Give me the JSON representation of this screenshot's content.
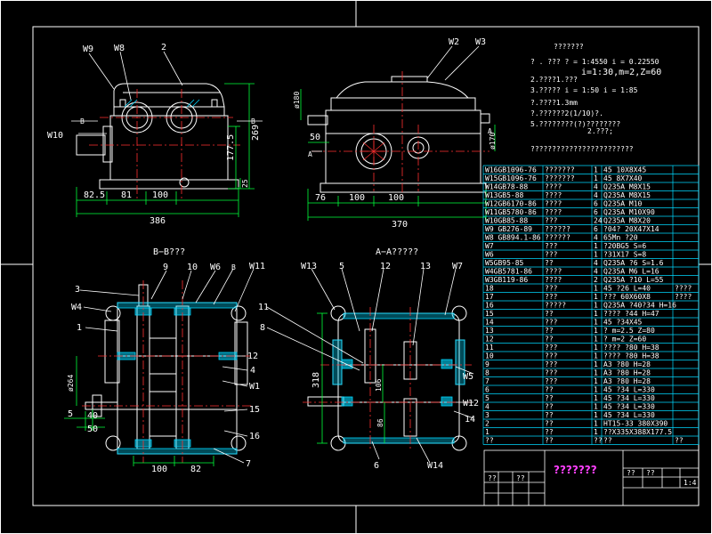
{
  "colors": {
    "background": "#000000",
    "outline": "#ffffff",
    "centerline": "#ff3030",
    "hatch": "#00d8ff",
    "dimension": "#00ff3a",
    "table": "#00d8ff",
    "title": "#ff3fff"
  },
  "views": {
    "front": {
      "labels": [
        "W9",
        "W8",
        "2",
        "B",
        "B",
        "W10"
      ],
      "dims_h": [
        "82.5",
        "81",
        "100",
        "386"
      ],
      "dims_v": [
        "177.5",
        "269",
        "25"
      ]
    },
    "side": {
      "labels": [
        "W2",
        "W3",
        "A",
        "A"
      ],
      "dims_h": [
        "76",
        "100",
        "100",
        "370"
      ],
      "dims_v": [
        "ø180",
        "50",
        "ø170"
      ]
    },
    "section_b": {
      "title": "B−B???",
      "labels": [
        "9",
        "10",
        "W6",
        "B",
        "W11",
        "3",
        "W4",
        "1",
        "12",
        "4",
        "W1",
        "15",
        "16",
        "7"
      ],
      "dims_h": [
        "5",
        "40",
        "50",
        "100",
        "82"
      ],
      "dims_v": [
        "ø264"
      ]
    },
    "section_a": {
      "title": "A−A?????",
      "labels": [
        "W13",
        "5",
        "12",
        "13",
        "W7",
        "11",
        "8",
        "W5",
        "W12",
        "14",
        "6",
        "W14"
      ],
      "dims_v": [
        "318",
        "106",
        "86"
      ]
    }
  },
  "notes": {
    "heading": "???????",
    "line1": "? . ???    ? = 1:4550  i  = 0.22550",
    "line2": "i=1:30,m=2,Z=60",
    "line3": "2.????1.???",
    "line4": "3.?????     i  = 1:50  i  = 1:85",
    "line5": "?.????1.3mm",
    "line6": "?.??????2(1/10)?.",
    "line7": "5.????????(?)????????",
    "line8": "2.???;",
    "line9": "????????????????????????"
  },
  "parts_table": {
    "rows": [
      [
        "W16GB1096-76",
        "???????",
        "1",
        "45  10X8X45",
        ""
      ],
      [
        "W15GB1096-76",
        "???????",
        "1",
        "45  8X7X40",
        ""
      ],
      [
        "W14GB78-88",
        "????",
        "4",
        "Q235A  M8X15",
        ""
      ],
      [
        "W13GB5-88",
        "????",
        "4",
        "Q235A  M8X15",
        ""
      ],
      [
        "W12GB6170-86",
        "????",
        "6",
        "Q235A  M10",
        ""
      ],
      [
        "W11GB5780-86",
        "????",
        "6",
        "Q235A  M10X90",
        ""
      ],
      [
        "W10GB85-88",
        "???",
        "24",
        "Q235A  M8X20",
        ""
      ],
      [
        "W9 GB276-89",
        "??????",
        "6",
        "?04?  20X47X14",
        ""
      ],
      [
        "W8 GB894.1-86",
        "??????",
        "4",
        "65Mn  ?20",
        ""
      ],
      [
        "W7",
        "???",
        "1",
        "?20BG5  S=6",
        ""
      ],
      [
        "W6",
        "???",
        "1",
        "?31X17  S=8",
        ""
      ],
      [
        "W5GB95-85",
        "??",
        "4",
        "Q235A  ?6  S=1.6",
        ""
      ],
      [
        "W4GB5781-86",
        "????",
        "4",
        "Q235A  M6 L=16",
        ""
      ],
      [
        "W3GB119-86",
        "????",
        "2",
        "Q235A  ?10  L=55",
        ""
      ],
      [
        "18",
        "???",
        "1",
        "45  ?26  L=40",
        "????"
      ],
      [
        "17",
        "???",
        "1",
        "???  60X60X8",
        "????"
      ],
      [
        "16",
        "?????",
        "1",
        "Q235A  ?40?34 H=16",
        ""
      ],
      [
        "15",
        "??",
        "1",
        "????  ?44 H=47",
        ""
      ],
      [
        "14",
        "???",
        "1",
        "45  ?34X45",
        ""
      ],
      [
        "13",
        "??",
        "1",
        "?  m=2.5  Z=80",
        ""
      ],
      [
        "12",
        "??",
        "1",
        "?  m=2  Z=60",
        ""
      ],
      [
        "11",
        "???",
        "1",
        "????  ?80  H=38",
        ""
      ],
      [
        "10",
        "???",
        "1",
        "????  ?80  H=38",
        ""
      ],
      [
        "9",
        "???",
        "1",
        "A3  ?80  H=28",
        ""
      ],
      [
        "8",
        "???",
        "1",
        "A3  ?80  H=28",
        ""
      ],
      [
        "7",
        "???",
        "1",
        "A3  ?80  H=28",
        ""
      ],
      [
        "6",
        "??",
        "1",
        "45  ?34  L=330",
        ""
      ],
      [
        "5",
        "??",
        "1",
        "45  ?34  L=330",
        ""
      ],
      [
        "4",
        "??",
        "1",
        "45  ?34  L=330",
        ""
      ],
      [
        "3",
        "??",
        "1",
        "45  ?34  L=330",
        ""
      ],
      [
        "2",
        "??",
        "1",
        "HT15-33  380X390",
        ""
      ],
      [
        "1",
        "??",
        "1",
        "??X335X388X177.5",
        ""
      ],
      [
        "??",
        "??",
        "??",
        "??",
        "??"
      ]
    ]
  },
  "title_block": {
    "title": "???????",
    "cells": [
      "??",
      "??",
      "??",
      "??",
      "1:4"
    ]
  }
}
